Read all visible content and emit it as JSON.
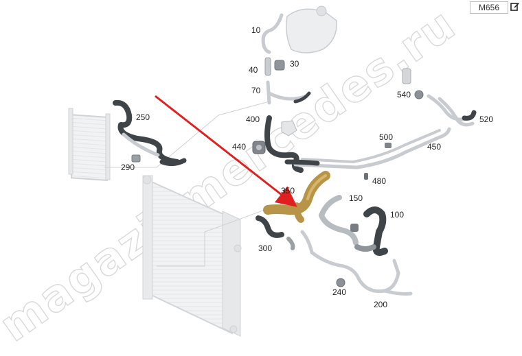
{
  "diagram": {
    "code": "M656",
    "watermark": "magazinmercedes.ru",
    "colors": {
      "hose_dark": "#3f4448",
      "tube_light": "#c8ccd0",
      "highlight_part": "#b89448",
      "arrow": "#e02020",
      "leader": "#aeb3b8"
    },
    "parts": [
      {
        "id": "10",
        "label": "10"
      },
      {
        "id": "30",
        "label": "30"
      },
      {
        "id": "40",
        "label": "40"
      },
      {
        "id": "70",
        "label": "70"
      },
      {
        "id": "100",
        "label": "100"
      },
      {
        "id": "150",
        "label": "150"
      },
      {
        "id": "200",
        "label": "200"
      },
      {
        "id": "240",
        "label": "240"
      },
      {
        "id": "250",
        "label": "250"
      },
      {
        "id": "290",
        "label": "290"
      },
      {
        "id": "300",
        "label": "300"
      },
      {
        "id": "350",
        "label": "350"
      },
      {
        "id": "400",
        "label": "400"
      },
      {
        "id": "440",
        "label": "440"
      },
      {
        "id": "450",
        "label": "450"
      },
      {
        "id": "480",
        "label": "480"
      },
      {
        "id": "500",
        "label": "500"
      },
      {
        "id": "520",
        "label": "520"
      },
      {
        "id": "540",
        "label": "540"
      }
    ]
  }
}
